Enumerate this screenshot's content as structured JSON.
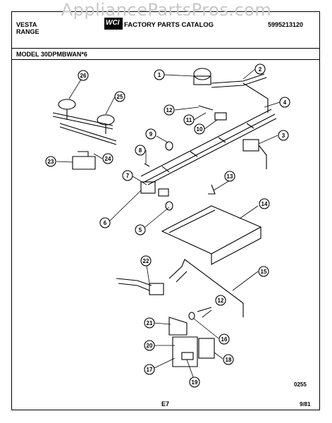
{
  "watermark": "AppliancePartsPros.com",
  "header": {
    "brand": "VESTA",
    "product": "RANGE",
    "catalog_title": "FACTORY PARTS CATALOG",
    "catalog_number": "5995213120",
    "logo_text": "WCI"
  },
  "model_line": "MODEL 30DPMBWAN*6",
  "callouts": [
    "1",
    "2",
    "3",
    "4",
    "5",
    "6",
    "6",
    "7",
    "8",
    "9",
    "10",
    "11",
    "12",
    "12",
    "13",
    "14",
    "15",
    "16",
    "17",
    "18",
    "19",
    "20",
    "21",
    "22",
    "23",
    "24",
    "25",
    "26"
  ],
  "footer": {
    "drawing_code": "0255",
    "page_code": "E7",
    "date": "9/81"
  }
}
